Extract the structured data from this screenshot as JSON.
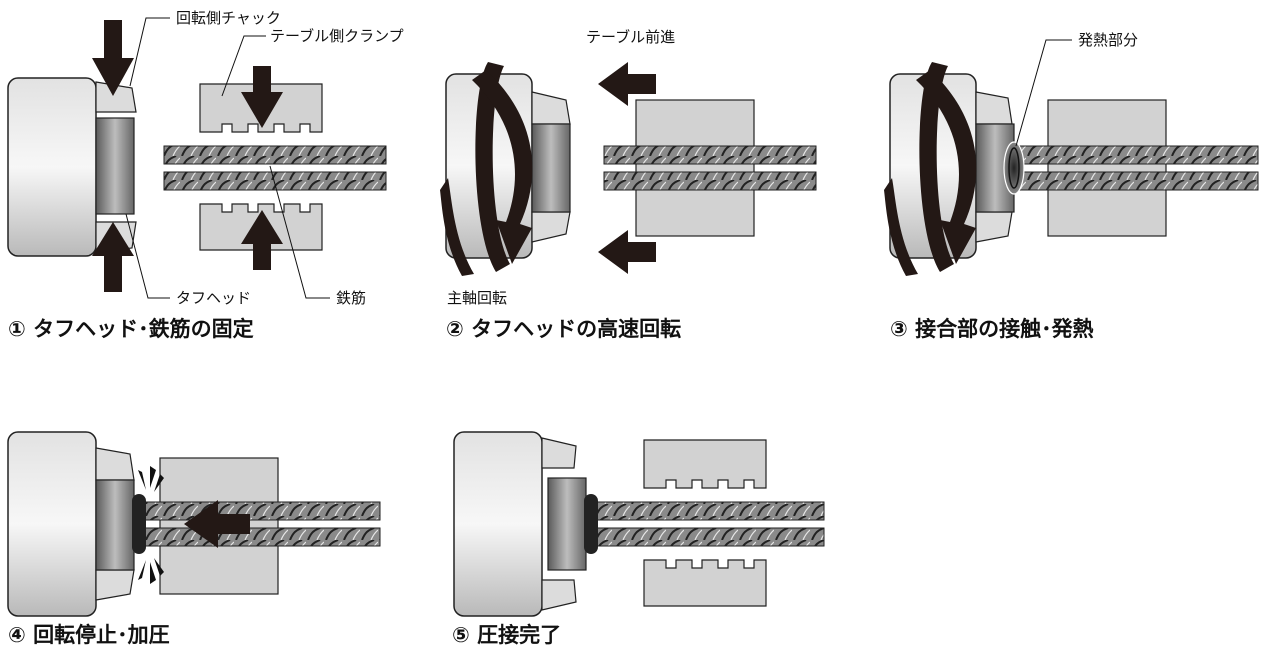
{
  "steps": [
    {
      "caption": "① タフヘッド･鉄筋の固定",
      "labels": {
        "rotary_chuck": "回転側チャック",
        "table_clamp": "テーブル側クランプ",
        "tough_head": "タフヘッド",
        "rebar": "鉄筋"
      }
    },
    {
      "caption": "② タフヘッドの高速回転",
      "labels": {
        "table_advance": "テーブル前進",
        "spindle_rotation": "主軸回転"
      }
    },
    {
      "caption": "③ 接合部の接触･発熱",
      "labels": {
        "heat_zone": "発熱部分"
      }
    },
    {
      "caption": "④ 回転停止･加圧"
    },
    {
      "caption": "⑤ 圧接完了"
    }
  ]
}
